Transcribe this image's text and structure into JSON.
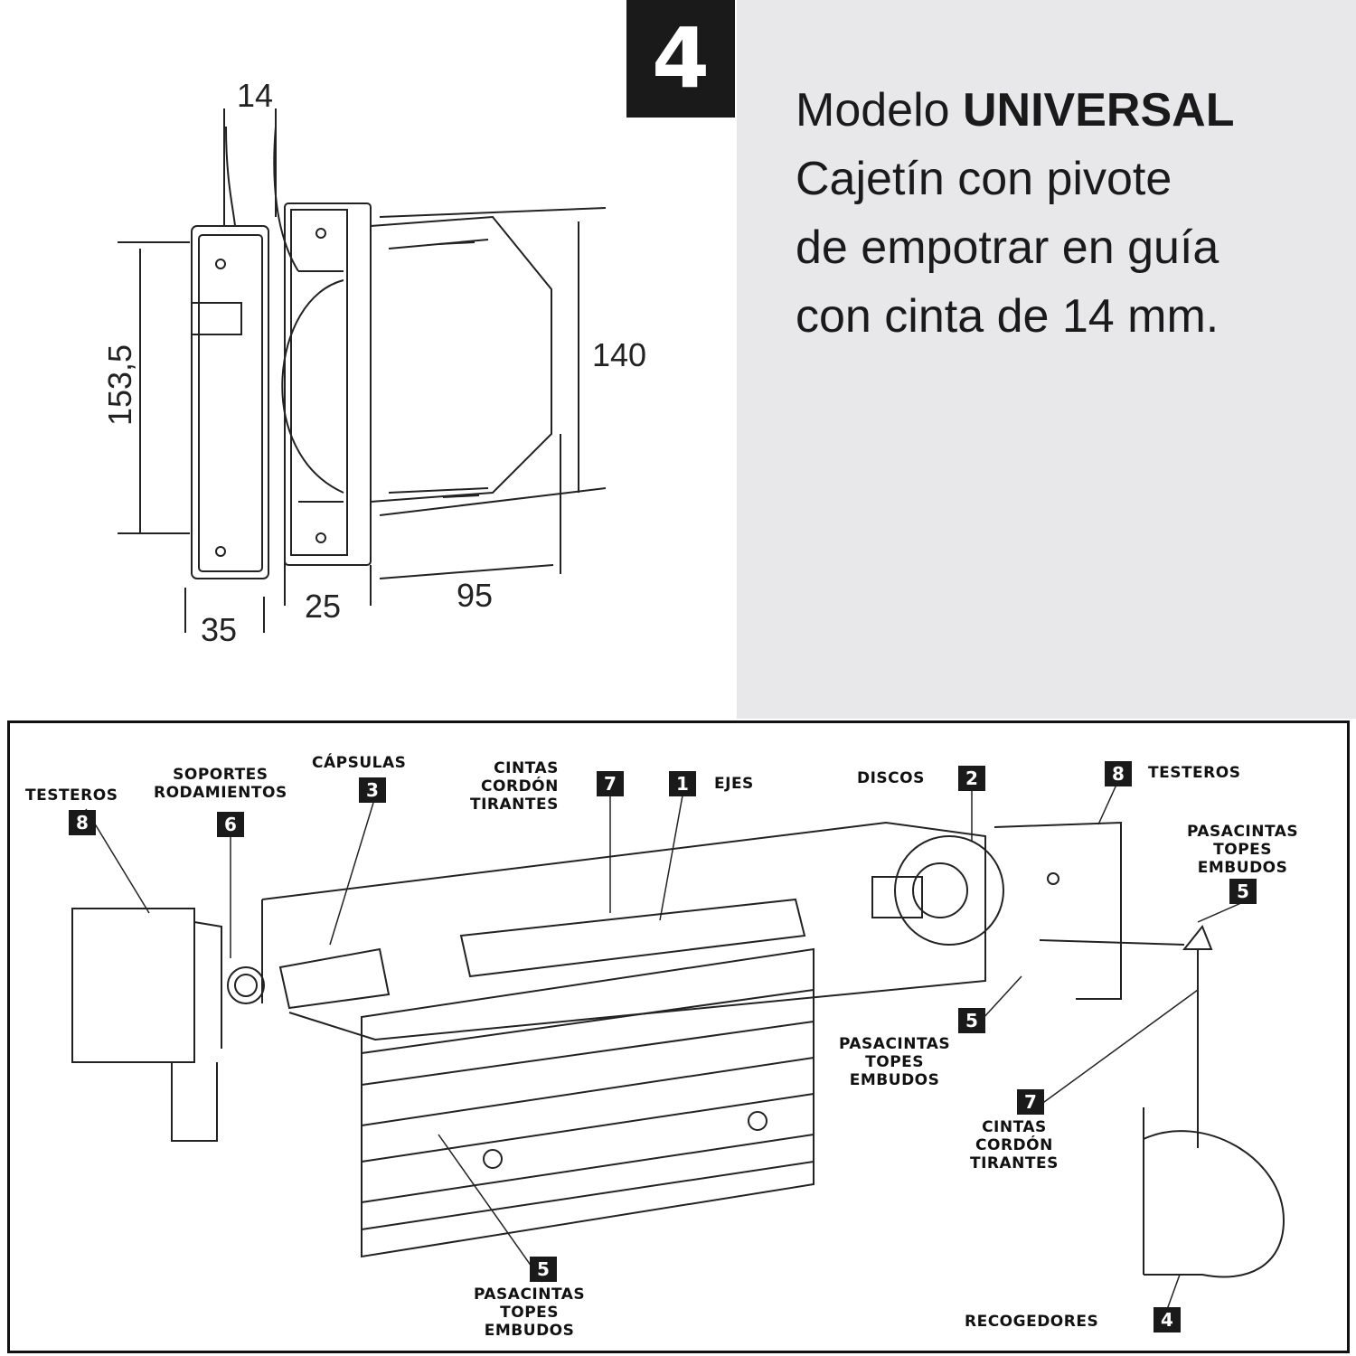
{
  "header": {
    "number": "4",
    "line1_prefix": "Modelo ",
    "line1_bold": "UNIVERSAL",
    "line2": "Cajetín con pivote",
    "line3": "de empotrar en guía",
    "line4": "con cinta de 14 mm."
  },
  "dimensions": {
    "strap": "14",
    "height_left": "153,5",
    "height_right": "140",
    "width_front": "35",
    "width_mid": "25",
    "depth": "95"
  },
  "parts": {
    "testeros_left": {
      "label": "TESTEROS",
      "num": "8"
    },
    "soportes": {
      "label1": "SOPORTES",
      "label2": "RODAMIENTOS",
      "num": "6"
    },
    "capsulas": {
      "label": "CÁPSULAS",
      "num": "3"
    },
    "cintas_top": {
      "label1": "CINTAS",
      "label2": "CORDÓN",
      "label3": "TIRANTES",
      "num": "7"
    },
    "ejes": {
      "label": "EJES",
      "num": "1"
    },
    "discos": {
      "label": "DISCOS",
      "num": "2"
    },
    "testeros_right": {
      "label": "TESTEROS",
      "num": "8"
    },
    "pasacintas_right": {
      "label1": "PASACINTAS",
      "label2": "TOPES",
      "label3": "EMBUDOS",
      "num": "5"
    },
    "pasacintas_mid": {
      "label1": "PASACINTAS",
      "label2": "TOPES",
      "label3": "EMBUDOS",
      "num": "5"
    },
    "cintas_right": {
      "label1": "CINTAS",
      "label2": "CORDÓN",
      "label3": "TIRANTES",
      "num": "7"
    },
    "pasacintas_bottom": {
      "label1": "PASACINTAS",
      "label2": "TOPES",
      "label3": "EMBUDOS",
      "num": "5"
    },
    "recogedores": {
      "label": "RECOGEDORES",
      "num": "4"
    }
  }
}
